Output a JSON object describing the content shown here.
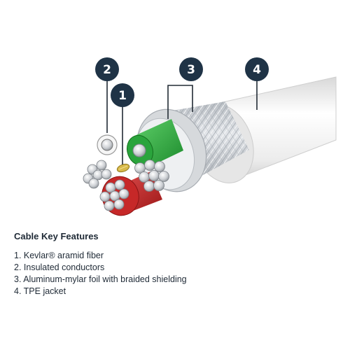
{
  "diagram": {
    "callouts": [
      {
        "number": "2",
        "target": "insulated conductor"
      },
      {
        "number": "1",
        "target": "kevlar aramid fiber"
      },
      {
        "number": "3",
        "target": "foil and braided shielding"
      },
      {
        "number": "4",
        "target": "TPE jacket"
      }
    ],
    "colors": {
      "callout_fill": "#1f3346",
      "jacket": "#f1f1f1",
      "braid": "#c9cdd2",
      "green_conductor": "#2aa43c",
      "red_conductor": "#c62828",
      "kevlar": "#d7b94a",
      "copper_strands": "#c7cace"
    }
  },
  "features": {
    "title": "Cable Key Features",
    "items": [
      "1. Kevlar® aramid fiber",
      "2. Insulated conductors",
      "3. Aluminum-mylar foil with braided shielding",
      "4. TPE jacket"
    ]
  }
}
